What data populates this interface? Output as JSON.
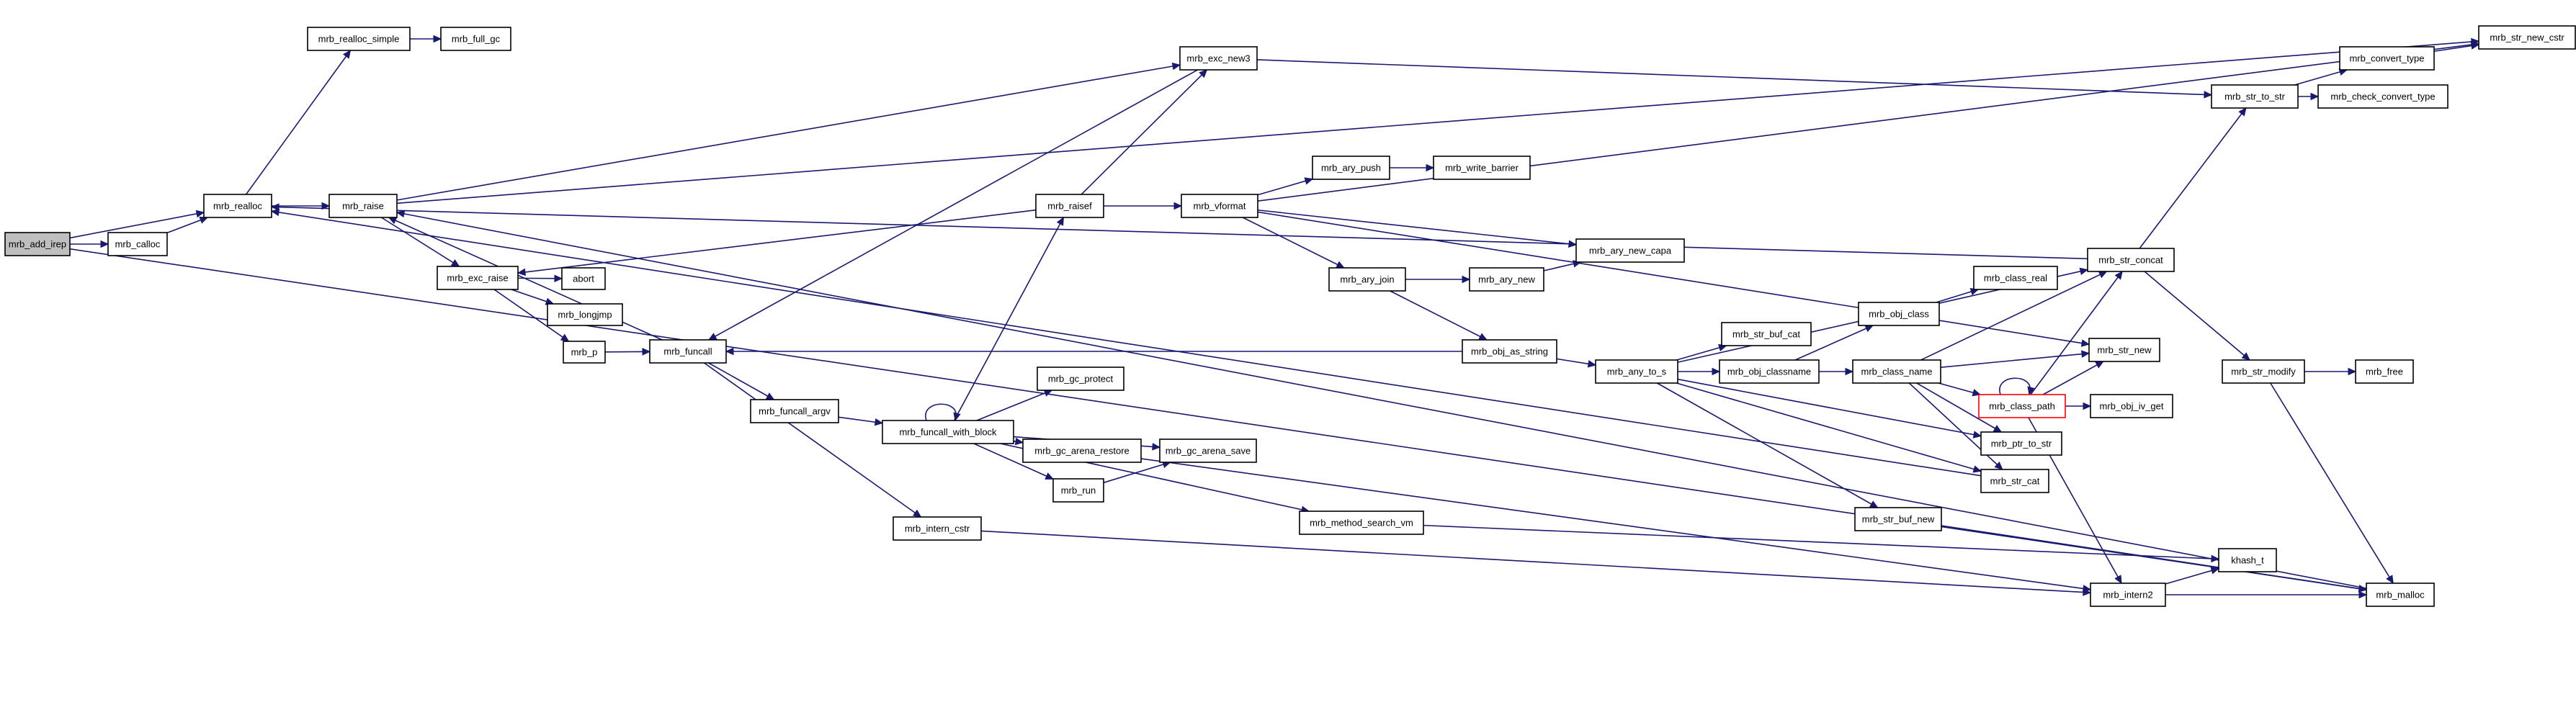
{
  "colors": {
    "edge": "#191970",
    "node_border": "#000000",
    "node_fill": "#ffffff",
    "root_fill": "#bfbfbf",
    "highlight_border": "#ff0000"
  },
  "nodes": [
    {
      "id": "add_irep",
      "label": "mrb_add_irep"
    },
    {
      "id": "calloc",
      "label": "mrb_calloc"
    },
    {
      "id": "realloc",
      "label": "mrb_realloc"
    },
    {
      "id": "realloc_simple",
      "label": "mrb_realloc_simple"
    },
    {
      "id": "full_gc",
      "label": "mrb_full_gc"
    },
    {
      "id": "raise",
      "label": "mrb_raise"
    },
    {
      "id": "exc_new3",
      "label": "mrb_exc_new3"
    },
    {
      "id": "str_new_cstr",
      "label": "mrb_str_new_cstr"
    },
    {
      "id": "convert_type",
      "label": "mrb_convert_type"
    },
    {
      "id": "str_to_str",
      "label": "mrb_str_to_str"
    },
    {
      "id": "check_convert_type",
      "label": "mrb_check_convert_type"
    },
    {
      "id": "raisef",
      "label": "mrb_raisef"
    },
    {
      "id": "vformat",
      "label": "mrb_vformat"
    },
    {
      "id": "ary_push",
      "label": "mrb_ary_push"
    },
    {
      "id": "write_barrier",
      "label": "mrb_write_barrier"
    },
    {
      "id": "ary_new_capa",
      "label": "mrb_ary_new_capa"
    },
    {
      "id": "exc_raise",
      "label": "mrb_exc_raise"
    },
    {
      "id": "abort",
      "label": "abort"
    },
    {
      "id": "longjmp",
      "label": "mrb_longjmp"
    },
    {
      "id": "p",
      "label": "mrb_p"
    },
    {
      "id": "funcall",
      "label": "mrb_funcall"
    },
    {
      "id": "ary_join",
      "label": "mrb_ary_join"
    },
    {
      "id": "ary_new",
      "label": "mrb_ary_new"
    },
    {
      "id": "str_concat",
      "label": "mrb_str_concat"
    },
    {
      "id": "str_modify",
      "label": "mrb_str_modify"
    },
    {
      "id": "free",
      "label": "mrb_free"
    },
    {
      "id": "obj_class",
      "label": "mrb_obj_class"
    },
    {
      "id": "class_real",
      "label": "mrb_class_real"
    },
    {
      "id": "str_buf_cat",
      "label": "mrb_str_buf_cat"
    },
    {
      "id": "obj_as_string",
      "label": "mrb_obj_as_string"
    },
    {
      "id": "any_to_s",
      "label": "mrb_any_to_s"
    },
    {
      "id": "obj_classname",
      "label": "mrb_obj_classname"
    },
    {
      "id": "class_name",
      "label": "mrb_class_name"
    },
    {
      "id": "str_new",
      "label": "mrb_str_new"
    },
    {
      "id": "class_path",
      "label": "mrb_class_path"
    },
    {
      "id": "obj_iv_get",
      "label": "mrb_obj_iv_get"
    },
    {
      "id": "ptr_to_str",
      "label": "mrb_ptr_to_str"
    },
    {
      "id": "str_cat",
      "label": "mrb_str_cat"
    },
    {
      "id": "str_buf_new",
      "label": "mrb_str_buf_new"
    },
    {
      "id": "funcall_argv",
      "label": "mrb_funcall_argv"
    },
    {
      "id": "funcall_with_block",
      "label": "mrb_funcall_with_block"
    },
    {
      "id": "gc_protect",
      "label": "mrb_gc_protect"
    },
    {
      "id": "gc_arena_restore",
      "label": "mrb_gc_arena_restore"
    },
    {
      "id": "gc_arena_save",
      "label": "mrb_gc_arena_save"
    },
    {
      "id": "run",
      "label": "mrb_run"
    },
    {
      "id": "method_search_vm",
      "label": "mrb_method_search_vm"
    },
    {
      "id": "intern_cstr",
      "label": "mrb_intern_cstr"
    },
    {
      "id": "intern2",
      "label": "mrb_intern2"
    },
    {
      "id": "khash_t",
      "label": "khash_t"
    },
    {
      "id": "malloc",
      "label": "mrb_malloc"
    }
  ],
  "edges": [
    [
      "add_irep",
      "calloc"
    ],
    [
      "add_irep",
      "realloc"
    ],
    [
      "add_irep",
      "malloc"
    ],
    [
      "calloc",
      "realloc"
    ],
    [
      "realloc",
      "realloc_simple"
    ],
    [
      "realloc",
      "raise"
    ],
    [
      "realloc_simple",
      "full_gc"
    ],
    [
      "raise",
      "exc_new3"
    ],
    [
      "raise",
      "str_new_cstr"
    ],
    [
      "raise",
      "exc_raise"
    ],
    [
      "exc_new3",
      "str_to_str"
    ],
    [
      "str_to_str",
      "convert_type"
    ],
    [
      "str_to_str",
      "check_convert_type"
    ],
    [
      "convert_type",
      "str_new_cstr"
    ],
    [
      "raisef",
      "exc_new3"
    ],
    [
      "raisef",
      "vformat"
    ],
    [
      "raisef",
      "exc_raise"
    ],
    [
      "vformat",
      "ary_push"
    ],
    [
      "vformat",
      "ary_new_capa"
    ],
    [
      "vformat",
      "ary_join"
    ],
    [
      "vformat",
      "str_new"
    ],
    [
      "vformat",
      "str_new_cstr"
    ],
    [
      "ary_push",
      "write_barrier"
    ],
    [
      "exc_raise",
      "abort"
    ],
    [
      "exc_raise",
      "longjmp"
    ],
    [
      "exc_raise",
      "p"
    ],
    [
      "p",
      "funcall"
    ],
    [
      "funcall",
      "raise"
    ],
    [
      "funcall",
      "funcall_argv"
    ],
    [
      "funcall",
      "intern_cstr"
    ],
    [
      "ary_join",
      "ary_new"
    ],
    [
      "ary_join",
      "obj_as_string"
    ],
    [
      "ary_new",
      "ary_new_capa"
    ],
    [
      "str_concat",
      "realloc"
    ],
    [
      "str_concat",
      "str_to_str"
    ],
    [
      "str_concat",
      "str_modify"
    ],
    [
      "str_modify",
      "free"
    ],
    [
      "str_modify",
      "malloc"
    ],
    [
      "obj_class",
      "class_real"
    ],
    [
      "obj_as_string",
      "funcall"
    ],
    [
      "obj_as_string",
      "any_to_s"
    ],
    [
      "any_to_s",
      "str_buf_cat"
    ],
    [
      "any_to_s",
      "obj_classname"
    ],
    [
      "any_to_s",
      "str_concat"
    ],
    [
      "any_to_s",
      "ptr_to_str"
    ],
    [
      "any_to_s",
      "str_cat"
    ],
    [
      "any_to_s",
      "str_buf_new"
    ],
    [
      "obj_classname",
      "obj_class"
    ],
    [
      "obj_classname",
      "class_name"
    ],
    [
      "class_name",
      "str_new"
    ],
    [
      "class_name",
      "class_path"
    ],
    [
      "class_name",
      "str_concat"
    ],
    [
      "class_name",
      "ptr_to_str"
    ],
    [
      "class_name",
      "str_cat"
    ],
    [
      "class_path",
      "class_path"
    ],
    [
      "class_path",
      "obj_iv_get"
    ],
    [
      "class_path",
      "str_new"
    ],
    [
      "class_path",
      "str_concat"
    ],
    [
      "class_path",
      "intern2"
    ],
    [
      "str_cat",
      "realloc"
    ],
    [
      "str_buf_new",
      "malloc"
    ],
    [
      "funcall_argv",
      "funcall_with_block"
    ],
    [
      "funcall_with_block",
      "raisef"
    ],
    [
      "funcall_with_block",
      "funcall_with_block"
    ],
    [
      "funcall_with_block",
      "gc_protect"
    ],
    [
      "funcall_with_block",
      "gc_arena_restore"
    ],
    [
      "funcall_with_block",
      "gc_arena_save"
    ],
    [
      "funcall_with_block",
      "run"
    ],
    [
      "funcall_with_block",
      "method_search_vm"
    ],
    [
      "funcall_with_block",
      "intern2"
    ],
    [
      "run",
      "gc_arena_save"
    ],
    [
      "method_search_vm",
      "khash_t"
    ],
    [
      "intern_cstr",
      "intern2"
    ],
    [
      "intern2",
      "khash_t"
    ],
    [
      "intern2",
      "malloc"
    ],
    [
      "malloc",
      "raise"
    ],
    [
      "exc_new3",
      "funcall"
    ]
  ]
}
